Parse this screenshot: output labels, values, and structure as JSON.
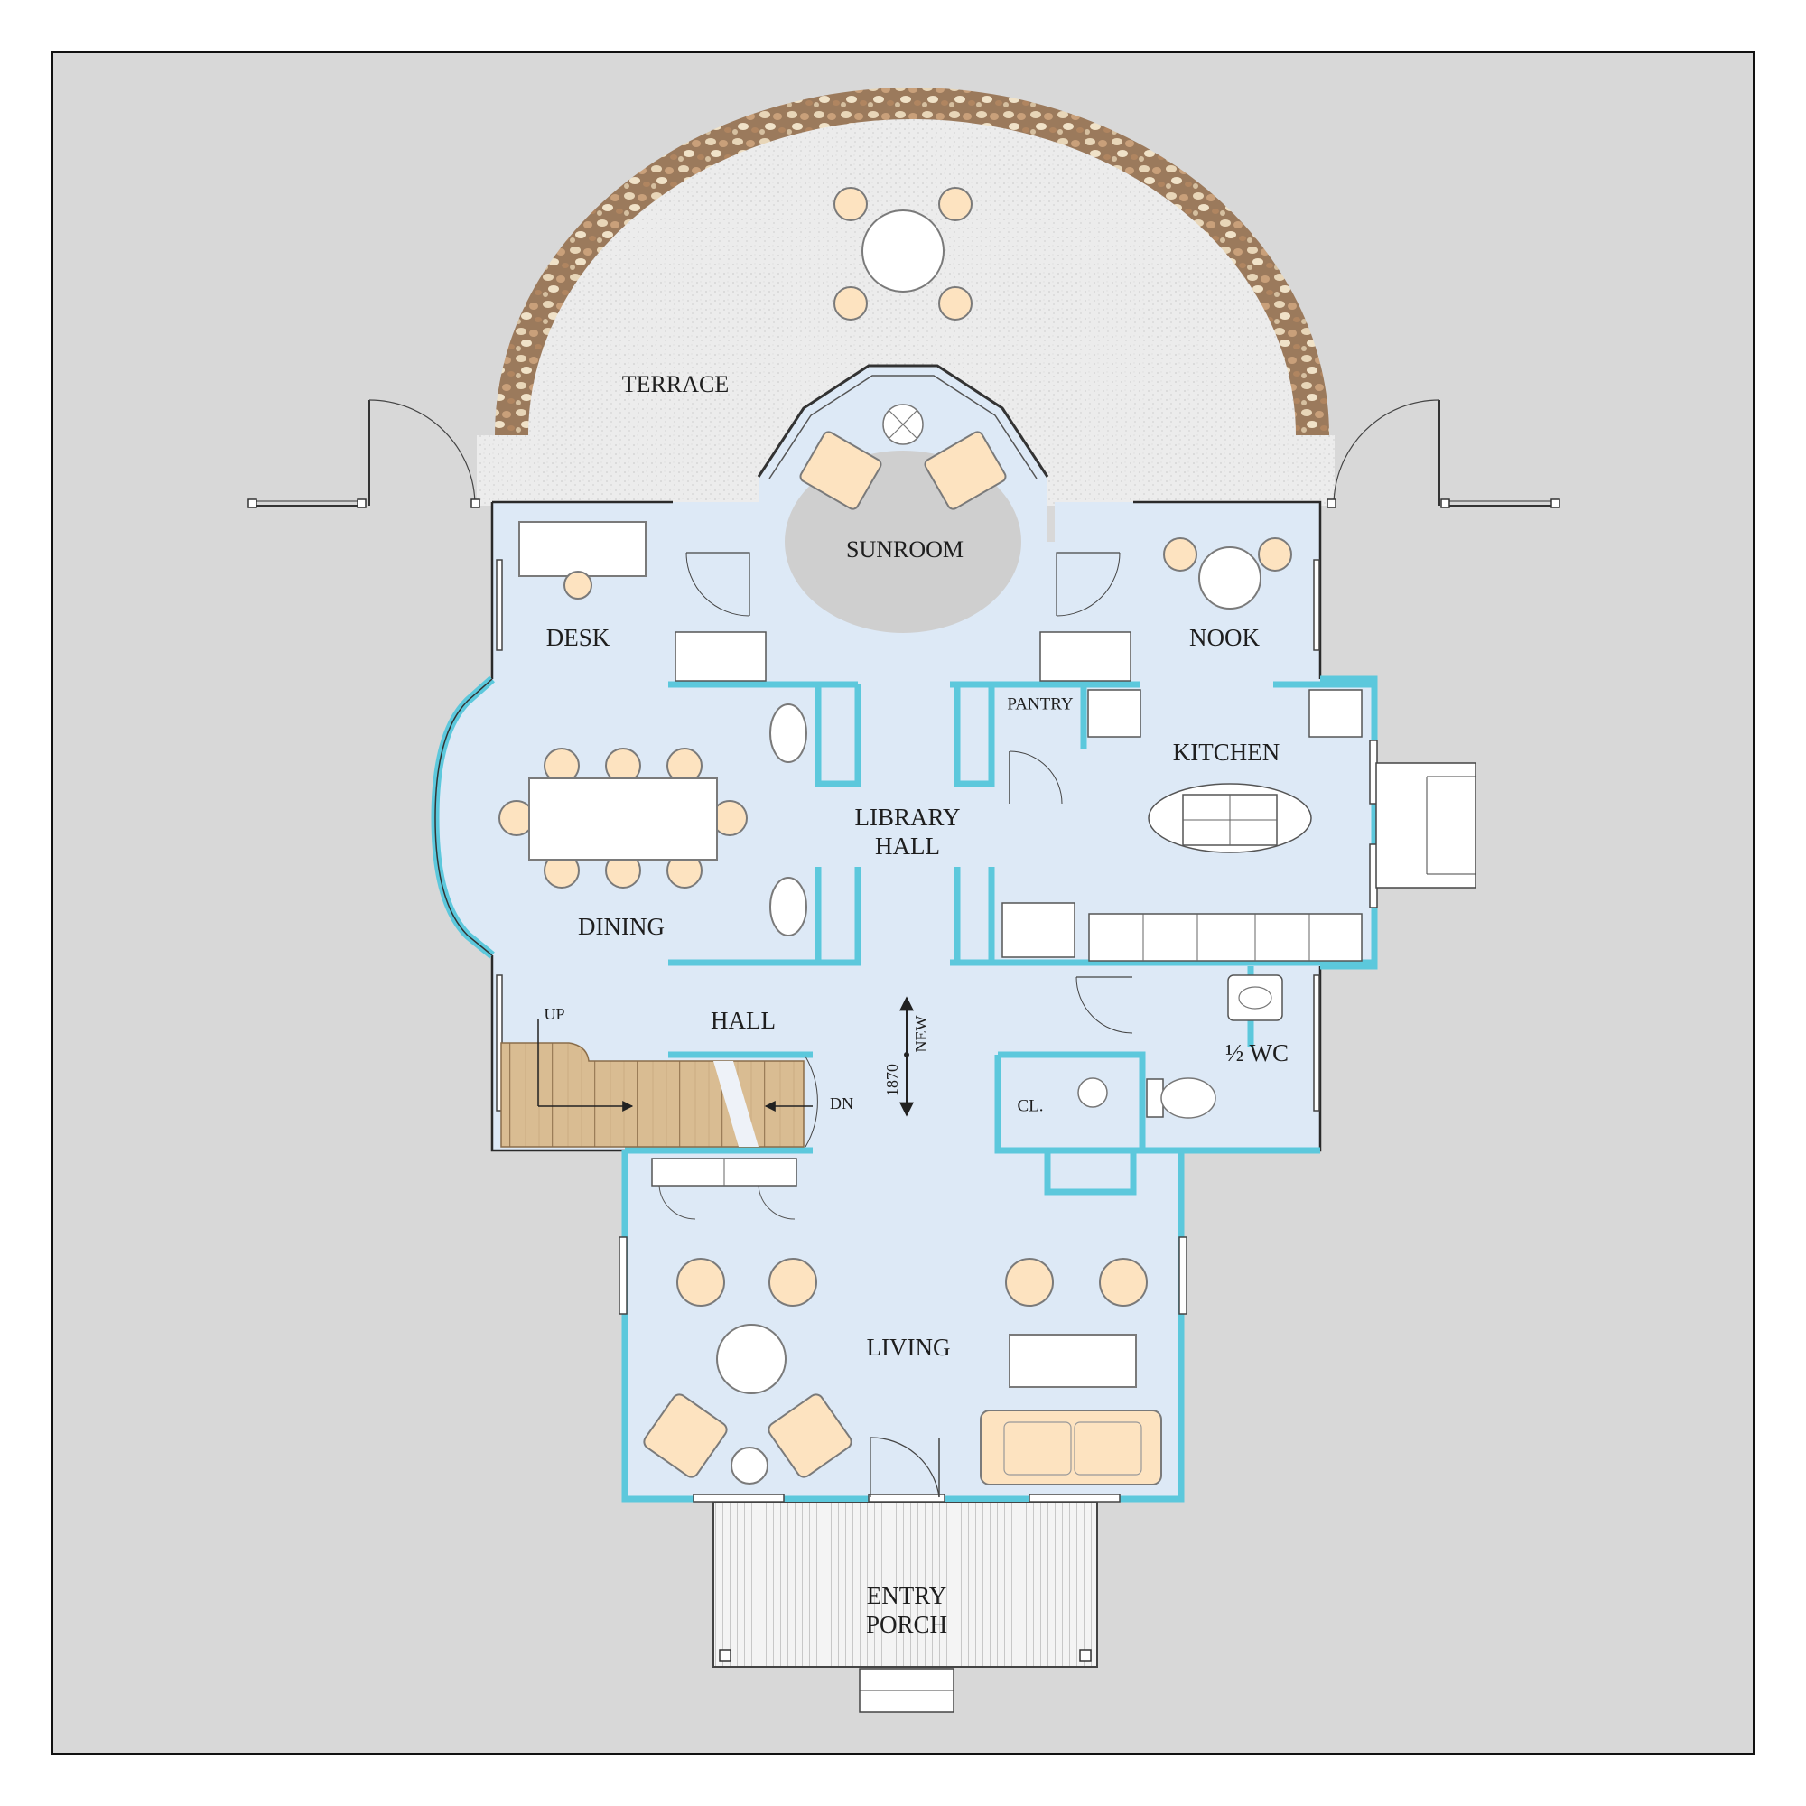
{
  "plan": {
    "rooms": {
      "terrace": "TERRACE",
      "sunroom": "SUNROOM",
      "desk": "DESK",
      "nook": "NOOK",
      "pantry": "PANTRY",
      "kitchen": "KITCHEN",
      "library_line1": "LIBRARY",
      "library_line2": "HALL",
      "dining": "DINING",
      "hall": "HALL",
      "half_wc": "½ WC",
      "closet": "CL.",
      "living": "LIVING",
      "porch_line1": "ENTRY",
      "porch_line2": "PORCH"
    },
    "annotations": {
      "up": "UP",
      "down": "DN",
      "new": "NEW",
      "year": "1870"
    },
    "colors": {
      "background": "#d8d8d8",
      "floor": "#dde9f6",
      "wall": "#5cc8dc",
      "terrace": "#ececec",
      "gravel": "#b8987a",
      "sunroom_rug": "#cfcfcf",
      "chair": "#fde3c0",
      "stair_wood": "#d2b48c",
      "porch_deck": "#f2f2f2"
    }
  }
}
